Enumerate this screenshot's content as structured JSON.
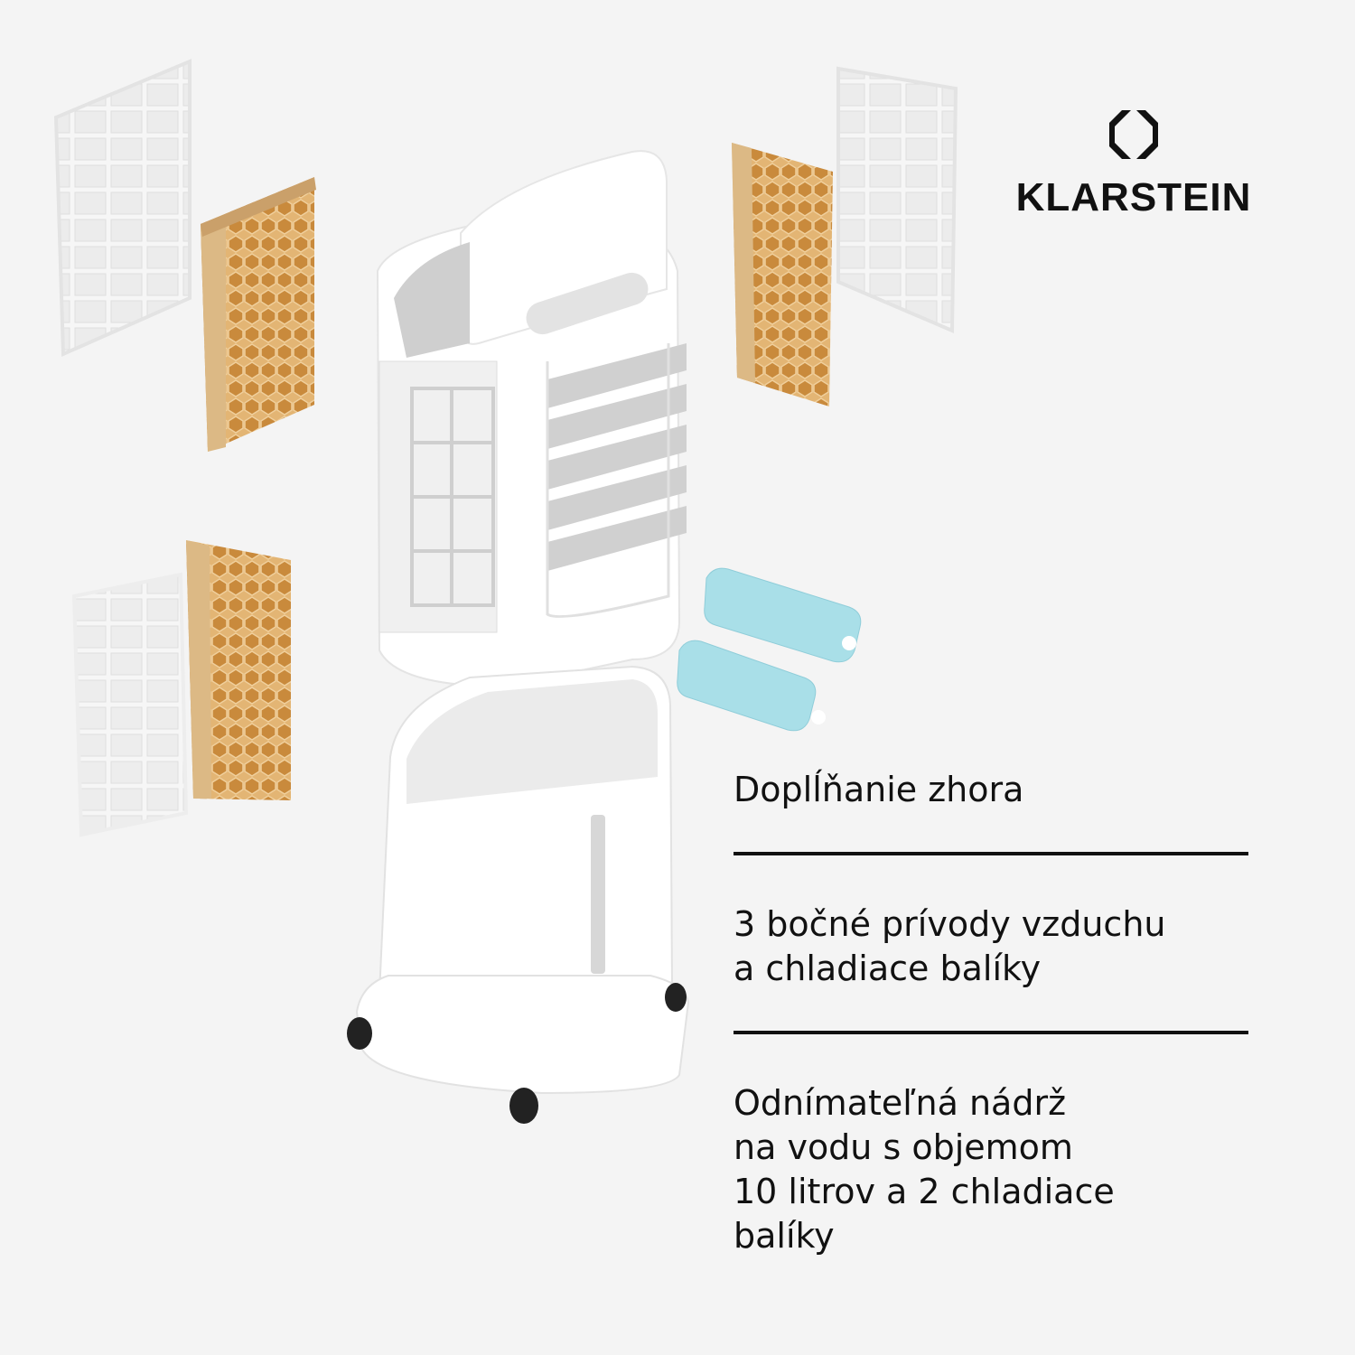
{
  "brand": {
    "name": "KLARSTEIN",
    "logo_icon": "octagon-diamond-logo-icon",
    "color": "#111111"
  },
  "features": [
    {
      "text": "Doplĺňanie zhora"
    },
    {
      "text": "3 bočné prívody vzduchu\na chladiace balíky"
    },
    {
      "text": "Odnímateľná nádrž\nna vodu s objemom\n10 litrov a 2 chladiace\nbalíky"
    }
  ],
  "illustration": {
    "subject": "air-cooler-exploded-view",
    "parts": [
      "filter-grille",
      "honeycomb-cooling-pad",
      "top-unit-with-control-panel",
      "water-tank-with-casters",
      "ice-packs"
    ],
    "colors": {
      "background": "#f4f4f4",
      "body": "#ffffff",
      "shadow": "#d9d9d9",
      "pad": "#d9a45e",
      "ice_pack": "#a9dfe8",
      "caster": "#222222"
    }
  }
}
